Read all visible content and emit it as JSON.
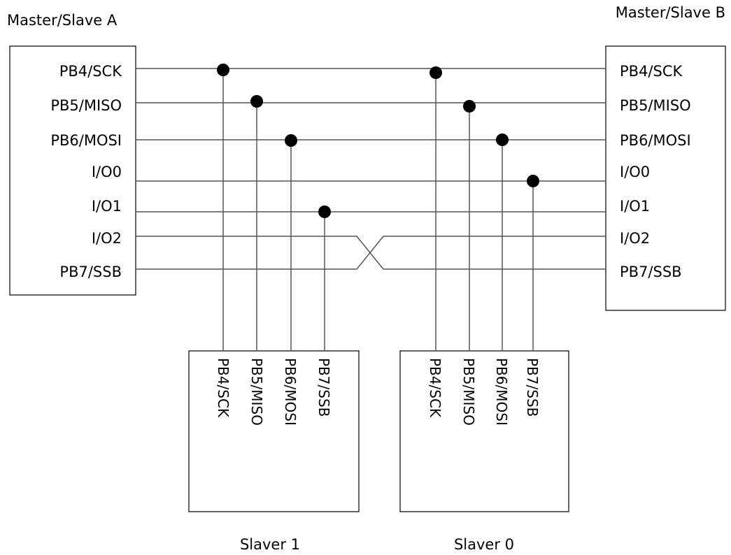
{
  "master_a": {
    "title": "Master/Slave A",
    "pins": [
      "PB4/SCK",
      "PB5/MISO",
      "PB6/MOSI",
      "I/O0",
      "I/O1",
      "I/O2",
      "PB7/SSB"
    ]
  },
  "master_b": {
    "title": "Master/Slave B",
    "pins": [
      "PB4/SCK",
      "PB5/MISO",
      "PB6/MOSI",
      "I/O0",
      "I/O1",
      "I/O2",
      "PB7/SSB"
    ]
  },
  "slaver_1": {
    "title": "Slaver 1",
    "pins": [
      "PB4/SCK",
      "PB5/MISO",
      "PB6/MOSI",
      "PB7/SSB"
    ]
  },
  "slaver_0": {
    "title": "Slaver 0",
    "pins": [
      "PB4/SCK",
      "PB5/MISO",
      "PB6/MOSI",
      "PB7/SSB"
    ]
  },
  "colors": {
    "wire": "#555555",
    "box": "#000000",
    "junction": "#000000"
  }
}
